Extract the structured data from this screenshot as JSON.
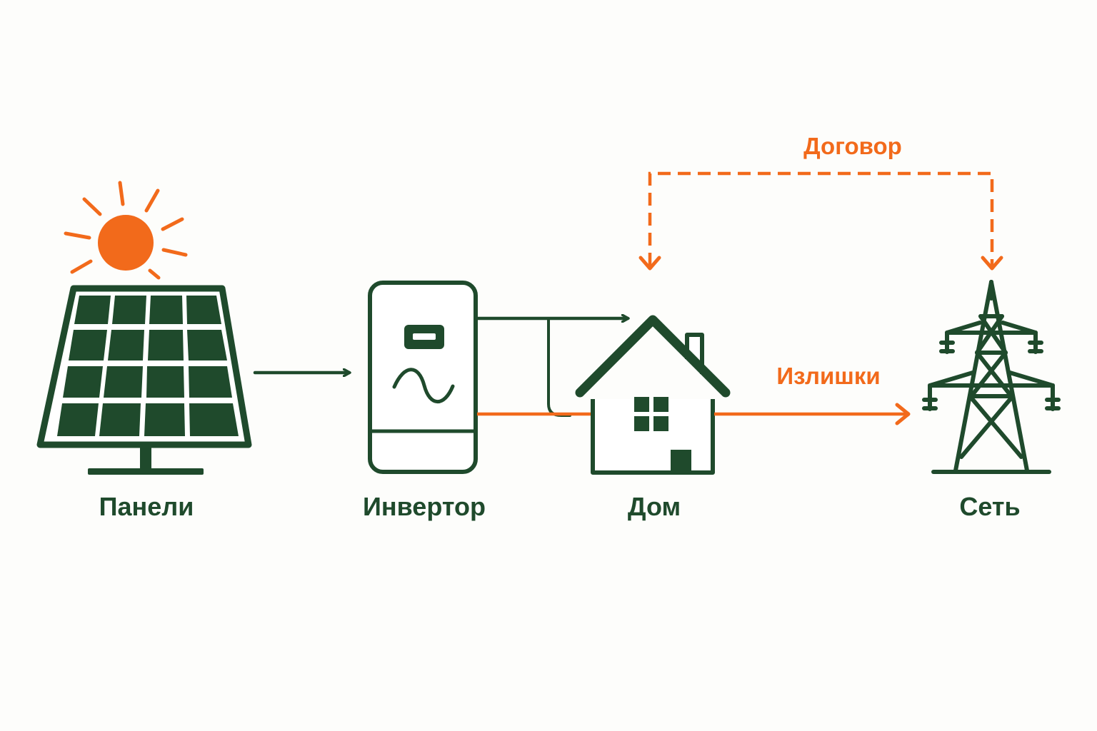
{
  "colors": {
    "primary": "#1f4a2c",
    "accent": "#f26a1b",
    "background": "#fdfdfb"
  },
  "nodes": {
    "panels": {
      "label": "Панели",
      "icon": "solar-panel-icon"
    },
    "inverter": {
      "label": "Инвертор",
      "icon": "inverter-icon"
    },
    "house": {
      "label": "Дом",
      "icon": "house-icon"
    },
    "grid": {
      "label": "Сеть",
      "icon": "power-pylon-icon"
    },
    "sun": {
      "icon": "sun-icon"
    }
  },
  "edges": {
    "contract": {
      "label": "Договор",
      "style": "dashed",
      "direction": "both"
    },
    "surplus": {
      "label": "Излишки",
      "style": "solid"
    }
  }
}
